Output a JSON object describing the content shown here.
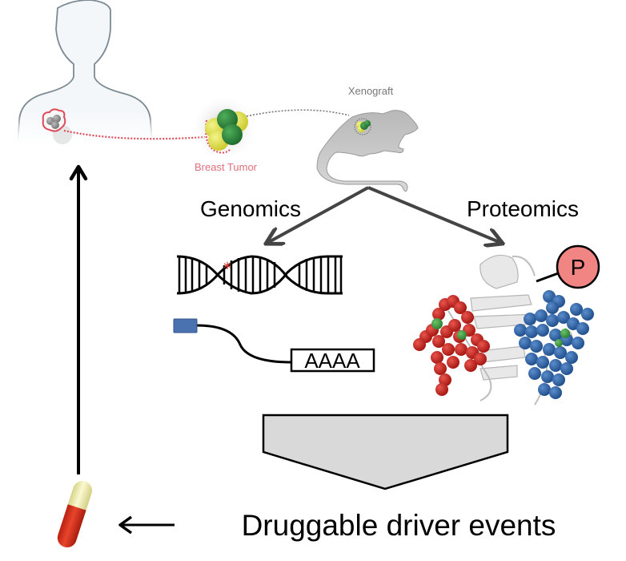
{
  "labels": {
    "breast_tumor": "Breast Tumor",
    "xenograft": "Xenograft",
    "genomics": "Genomics",
    "proteomics": "Proteomics",
    "polya_tail": "AAAA",
    "phospho": "P",
    "outcome": "Druggable driver events"
  },
  "icons": {
    "patient": "patient-silhouette-icon",
    "tumor": "tumor-cell-cluster-icon",
    "mouse": "mouse-icon",
    "dna": "dna-double-helix-icon",
    "mrna": "mrna-transcript-icon",
    "protein": "protein-structure-icon",
    "phosphate": "phosphate-circle-icon",
    "drug": "pill-capsule-icon"
  },
  "colors": {
    "tumor_link": "#e0495a",
    "tumor_label": "#e0707c",
    "xenograft_label": "#777777",
    "arrow_gray": "#444444",
    "mutation_star": "#e8352a",
    "mrna_cap": "#4a72b0",
    "phospho_fill": "#f08583",
    "residue_red": "#c8221c",
    "residue_blue": "#2f63a8",
    "residue_green": "#3a9a3a",
    "funnel_fill": "#d9d9d9",
    "pill_top": "#f1eeb0",
    "pill_bottom": "#d1311e"
  }
}
